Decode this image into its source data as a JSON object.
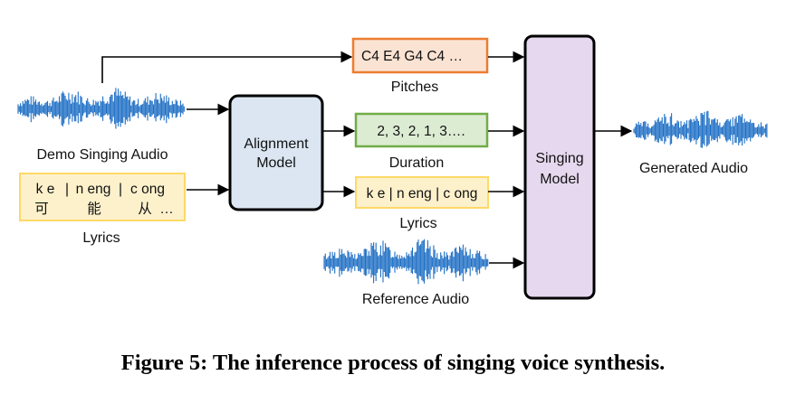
{
  "inputs": {
    "demo_audio_label": "Demo Singing Audio",
    "lyrics_box": {
      "line1": [
        "k e",
        "|",
        "n eng",
        "|",
        "c ong"
      ],
      "line2": [
        "可",
        "能",
        "从",
        "…"
      ]
    },
    "lyrics_label": "Lyrics"
  },
  "alignment_model": {
    "line1": "Alignment",
    "line2": "Model"
  },
  "features": {
    "pitches_box": "C4 E4 G4 C4 …",
    "pitches_label": "Pitches",
    "duration_box": "2, 3, 2, 1, 3….",
    "duration_label": "Duration",
    "lyrics_box": "k e | n eng | c ong",
    "lyrics_label": "Lyrics"
  },
  "reference_audio_label": "Reference Audio",
  "singing_model": {
    "line1": "Singing",
    "line2": "Model"
  },
  "output": {
    "label": "Generated Audio"
  },
  "caption": "Figure 5: The inference process of singing voice synthesis.",
  "colors": {
    "wave": "#1f6fc5",
    "orange_fill": "#fbe3d3",
    "orange_stroke": "#ed7d31",
    "green_fill": "#dcecd3",
    "green_stroke": "#70ad47",
    "yellow_fill": "#fdf1cc",
    "yellow_stroke": "#ffd966",
    "blue_fill": "#dbe6f2",
    "purple_fill": "#e6d8ef"
  }
}
